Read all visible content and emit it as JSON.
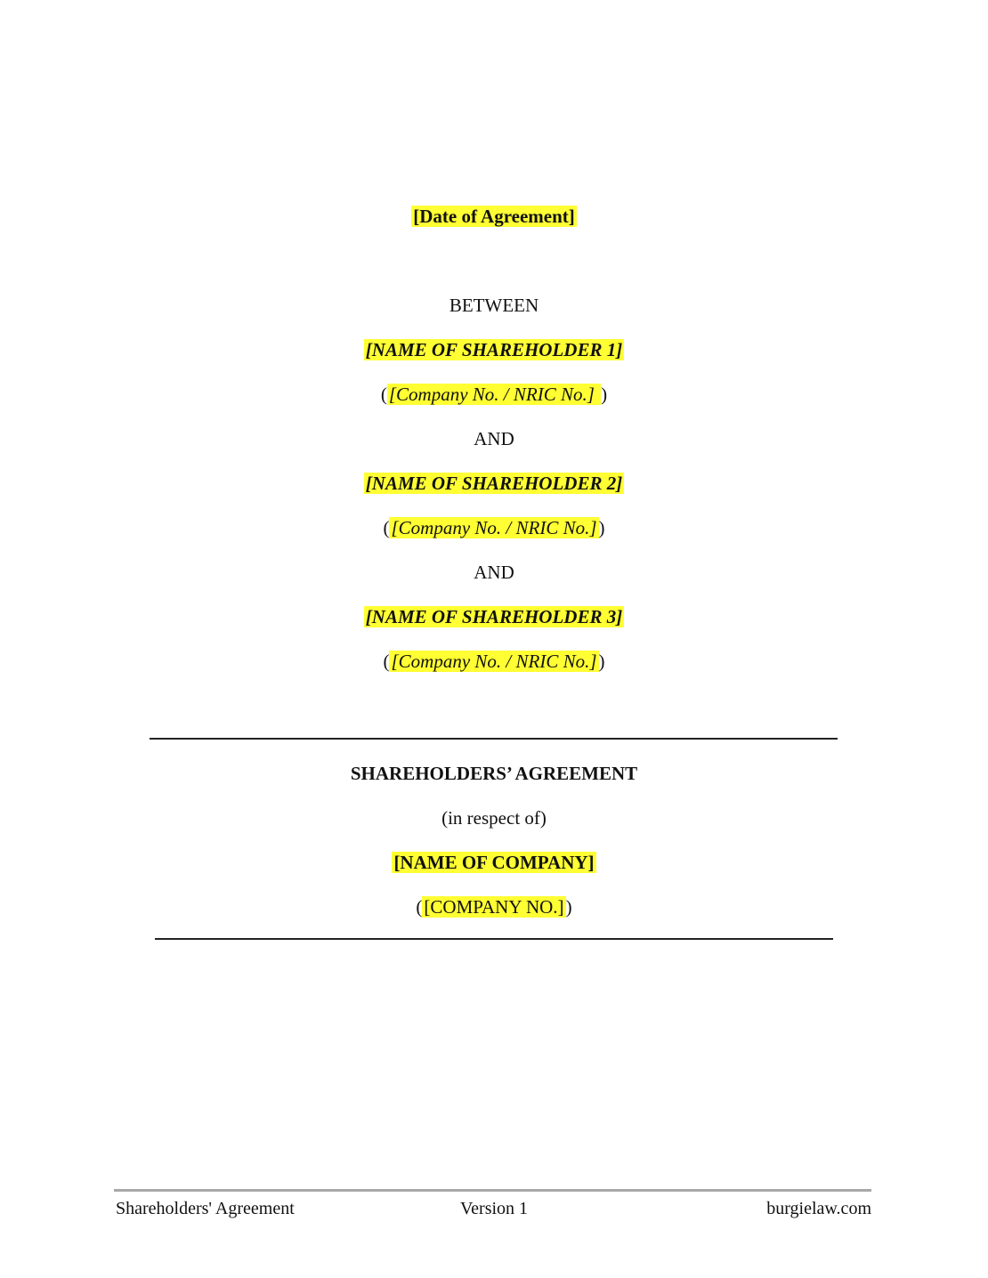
{
  "document": {
    "date_placeholder": "[Date of Agreement]",
    "between_label": "BETWEEN",
    "parties": [
      {
        "name": "[NAME OF SHAREHOLDER 1]",
        "id_open": "(",
        "id_placeholder": "[Company No. / NRIC No.] ",
        "id_close": ")"
      },
      {
        "name": "[NAME OF SHAREHOLDER 2]",
        "id_open": "(",
        "id_placeholder": "[Company No. / NRIC No.]",
        "id_close": ")"
      },
      {
        "name": "[NAME OF SHAREHOLDER 3]",
        "id_open": "(",
        "id_placeholder": "[Company No. / NRIC No.]",
        "id_close": ")"
      }
    ],
    "and_label": "AND",
    "title": "SHAREHOLDERS’ AGREEMENT",
    "in_respect_of": "(in respect of)",
    "company_name_placeholder": "[NAME OF COMPANY]",
    "company_no_open": "(",
    "company_no_placeholder": "[COMPANY NO.]",
    "company_no_close": ")",
    "highlight_color": "#ffff33"
  },
  "footer": {
    "left": "Shareholders' Agreement",
    "center": "Version 1",
    "right": "burgielaw.com"
  }
}
